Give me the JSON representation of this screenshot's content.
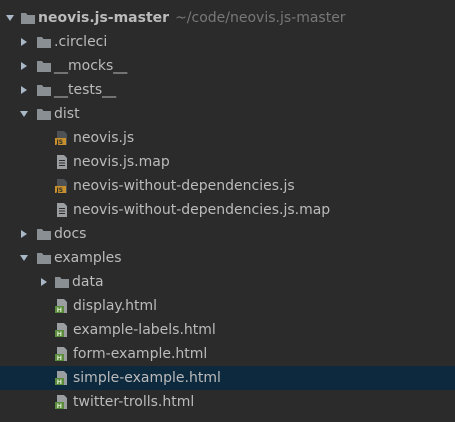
{
  "colors": {
    "background": "#2b2b2b",
    "text": "#bbbbbb",
    "path_hint": "#787878",
    "selection": "#0d293e",
    "folder": "#8a8f93",
    "js_icon": "#c8902c",
    "html_icon": "#5a8a3c"
  },
  "tree": {
    "root": {
      "name": "neovis.js-master",
      "path": "~/code/neovis.js-master",
      "expanded": true,
      "icon": "folder-icon"
    },
    "items": [
      {
        "name": ".circleci",
        "type": "folder",
        "icon": "folder-icon",
        "expanded": false
      },
      {
        "name": "__mocks__",
        "type": "folder",
        "icon": "folder-icon",
        "expanded": false
      },
      {
        "name": "__tests__",
        "type": "folder",
        "icon": "folder-icon",
        "expanded": false
      },
      {
        "name": "dist",
        "type": "folder",
        "icon": "folder-icon",
        "expanded": true
      },
      {
        "name": "neovis.js",
        "type": "file",
        "icon": "js-file-icon"
      },
      {
        "name": "neovis.js.map",
        "type": "file",
        "icon": "text-file-icon"
      },
      {
        "name": "neovis-without-dependencies.js",
        "type": "file",
        "icon": "js-file-icon"
      },
      {
        "name": "neovis-without-dependencies.js.map",
        "type": "file",
        "icon": "text-file-icon"
      },
      {
        "name": "docs",
        "type": "folder",
        "icon": "folder-icon",
        "expanded": false
      },
      {
        "name": "examples",
        "type": "folder",
        "icon": "folder-icon",
        "expanded": true
      },
      {
        "name": "data",
        "type": "folder",
        "icon": "folder-icon",
        "expanded": false
      },
      {
        "name": "display.html",
        "type": "file",
        "icon": "html-file-icon"
      },
      {
        "name": "example-labels.html",
        "type": "file",
        "icon": "html-file-icon"
      },
      {
        "name": "form-example.html",
        "type": "file",
        "icon": "html-file-icon"
      },
      {
        "name": "simple-example.html",
        "type": "file",
        "icon": "html-file-icon",
        "selected": true
      },
      {
        "name": "twitter-trolls.html",
        "type": "file",
        "icon": "html-file-icon"
      }
    ]
  }
}
